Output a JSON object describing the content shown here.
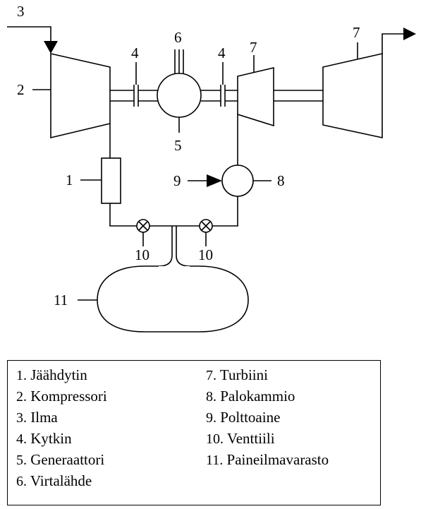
{
  "diagram": {
    "labels": {
      "n1": "1",
      "n2": "2",
      "n3": "3",
      "n4a": "4",
      "n4b": "4",
      "n5": "5",
      "n6": "6",
      "n7a": "7",
      "n7b": "7",
      "n8": "8",
      "n9": "9",
      "n10a": "10",
      "n10b": "10",
      "n11": "11"
    }
  },
  "legend": {
    "col1": [
      {
        "num": "1.",
        "text": "Jäähdytin"
      },
      {
        "num": "2.",
        "text": "Kompressori"
      },
      {
        "num": "3.",
        "text": "Ilma"
      },
      {
        "num": "4.",
        "text": "Kytkin"
      },
      {
        "num": "5.",
        "text": "Generaattori"
      },
      {
        "num": "6.",
        "text": "Virtalähde"
      }
    ],
    "col2": [
      {
        "num": "7.",
        "text": "Turbiini"
      },
      {
        "num": "8.",
        "text": "Palokammio"
      },
      {
        "num": "9.",
        "text": "Polttoaine"
      },
      {
        "num": "10.",
        "text": "Venttiili"
      },
      {
        "num": "11.",
        "text": "Paineilmavarasto"
      }
    ]
  }
}
